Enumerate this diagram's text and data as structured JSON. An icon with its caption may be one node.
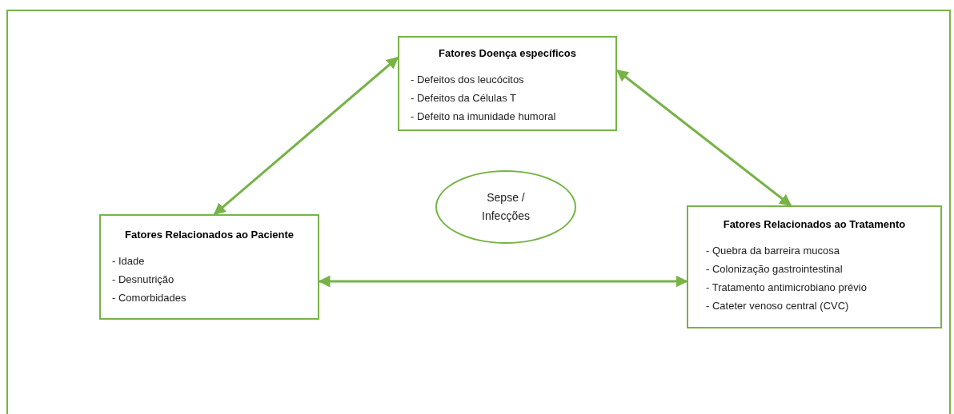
{
  "diagram": {
    "nodes": [
      {
        "text": [
          "Fatores Doença específicos",
          "- Defeitos dos leucócitos",
          "- Defeitos da Células T",
          "- Defeito na imunidade humoral"
        ]
      },
      {
        "text": [
          "Sepse / Infecções"
        ]
      },
      {
        "text": [
          "Fatores Relacionados ao Paciente",
          "- Idade",
          "- Desnutrição",
          "- Comorbidades"
        ]
      },
      {
        "text": [
          "Fatores Relacionados ao Tratamento",
          "- Quebra da barreira mucosa",
          "- Colonização gastrointestinal",
          "- Tratamento antimicrobiano prévio",
          "- Cateter venoso central (CVC)"
        ]
      }
    ],
    "edges": [
      {
        "from": 2,
        "to": 0,
        "arrow": "both"
      },
      {
        "from": 0,
        "to": 3,
        "arrow": "both"
      },
      {
        "from": 2,
        "to": 3,
        "arrow": "both"
      }
    ]
  }
}
